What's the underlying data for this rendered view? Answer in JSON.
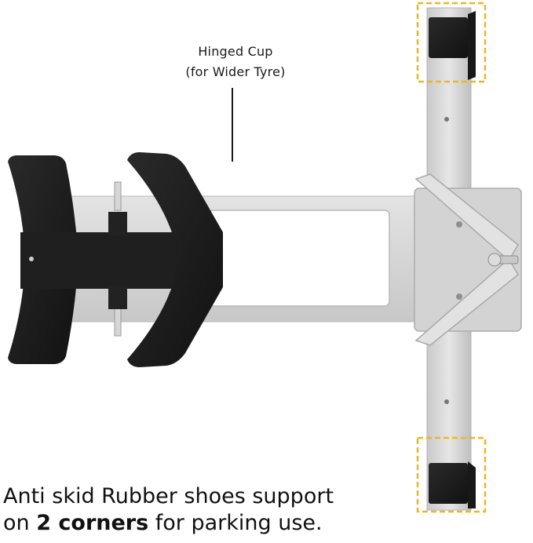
{
  "callout": {
    "title": "Hinged Cup",
    "subtitle": "(for Wider Tyre)"
  },
  "caption": {
    "line1": "Anti skid Rubber shoes support",
    "line2_prefix": "on ",
    "line2_bold": "2 corners",
    "line2_suffix": " for parking use."
  },
  "colors": {
    "metal": "#d7d7d7",
    "metal_dark": "#b9b9b9",
    "rubber": "#1c1c1c",
    "highlight": "#f3b51b"
  }
}
